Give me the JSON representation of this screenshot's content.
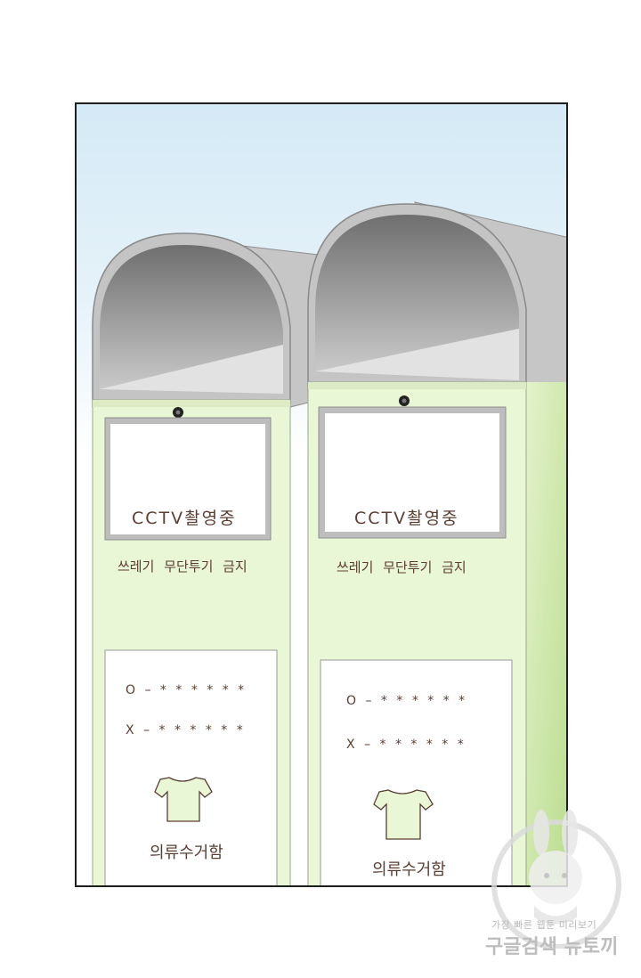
{
  "panel": {
    "left_box": {
      "sign": "CCTV촬영중",
      "warning": "쓰레기  무단투기  금지",
      "code_o": "O – * *   * * * *",
      "code_x": "X – * *   * * * *",
      "label": "의류수거함"
    },
    "right_box": {
      "sign": "CCTV촬영중",
      "warning": "쓰레기  무단투기  금지",
      "code_o": "O – * *   * * * *",
      "code_x": "X – * *   * * * *",
      "label": "의류수거함"
    }
  },
  "watermark": {
    "tagline": "가장 빠른 웹툰 미리보기",
    "brand": "구글검색 뉴토끼"
  },
  "colors": {
    "box_body": "#eaf7d6",
    "box_side": "#cfe7a8",
    "hood_gray": "#bdbdbd",
    "text_brown": "#5a3e33"
  }
}
